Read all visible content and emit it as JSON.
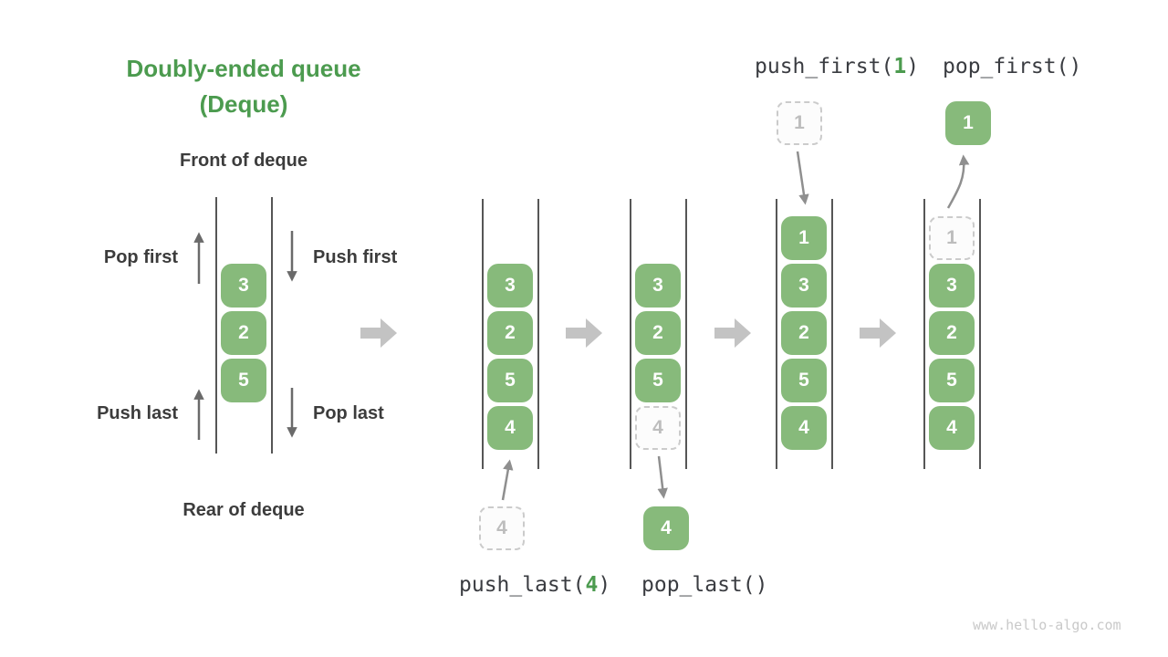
{
  "page": {
    "title_line1": "Doubly-ended queue",
    "title_line2": "(Deque)",
    "front_label": "Front of deque",
    "rear_label": "Rear of deque",
    "watermark": "www.hello-algo.com"
  },
  "side_labels": {
    "pop_first": "Pop first",
    "push_first": "Push first",
    "push_last": "Push last",
    "pop_last": "Pop last"
  },
  "op_labels": {
    "push_first_prefix": "push_first(",
    "push_first_arg": "1",
    "push_first_suffix": ")",
    "pop_first": "pop_first()",
    "push_last_prefix": "push_last(",
    "push_last_arg": "4",
    "push_last_suffix": ")",
    "pop_last": "pop_last()"
  },
  "colors": {
    "accent_green": "#4c9b4f",
    "cell_green": "#87ba7b",
    "text_dark": "#3c3c3c",
    "code_text": "#3a3c41",
    "big_arrow_gray": "#c3c3c3",
    "small_arrow_gray": "#6a6a6a",
    "transfer_arrow_gray": "#8f8f8f",
    "wall_gray": "#565656",
    "ghost_border": "#cbcbcb",
    "ghost_text": "#bdbdbd",
    "watermark_gray": "#c9c9c9"
  },
  "deque_states": [
    {
      "name": "initial",
      "cells": [
        {
          "value": "3",
          "slot": 1,
          "type": "solid"
        },
        {
          "value": "2",
          "slot": 2,
          "type": "solid"
        },
        {
          "value": "5",
          "slot": 3,
          "type": "solid"
        }
      ]
    },
    {
      "name": "push-last-4",
      "cells": [
        {
          "value": "3",
          "slot": 1,
          "type": "solid"
        },
        {
          "value": "2",
          "slot": 2,
          "type": "solid"
        },
        {
          "value": "5",
          "slot": 3,
          "type": "solid"
        },
        {
          "value": "4",
          "slot": 4,
          "type": "solid"
        }
      ],
      "external": {
        "value": "4",
        "type": "dashed",
        "position": "below"
      }
    },
    {
      "name": "pop-last",
      "cells": [
        {
          "value": "3",
          "slot": 1,
          "type": "solid"
        },
        {
          "value": "2",
          "slot": 2,
          "type": "solid"
        },
        {
          "value": "5",
          "slot": 3,
          "type": "solid"
        },
        {
          "value": "4",
          "slot": 4,
          "type": "dashed"
        }
      ],
      "external": {
        "value": "4",
        "type": "solid",
        "position": "below"
      }
    },
    {
      "name": "push-first-1",
      "cells": [
        {
          "value": "1",
          "slot": 0,
          "type": "solid"
        },
        {
          "value": "3",
          "slot": 1,
          "type": "solid"
        },
        {
          "value": "2",
          "slot": 2,
          "type": "solid"
        },
        {
          "value": "5",
          "slot": 3,
          "type": "solid"
        },
        {
          "value": "4",
          "slot": 4,
          "type": "solid"
        }
      ],
      "external": {
        "value": "1",
        "type": "dashed",
        "position": "above"
      }
    },
    {
      "name": "pop-first",
      "cells": [
        {
          "value": "1",
          "slot": 0,
          "type": "dashed"
        },
        {
          "value": "3",
          "slot": 1,
          "type": "solid"
        },
        {
          "value": "2",
          "slot": 2,
          "type": "solid"
        },
        {
          "value": "5",
          "slot": 3,
          "type": "solid"
        },
        {
          "value": "4",
          "slot": 4,
          "type": "solid"
        }
      ],
      "external": {
        "value": "1",
        "type": "solid",
        "position": "above"
      }
    }
  ]
}
